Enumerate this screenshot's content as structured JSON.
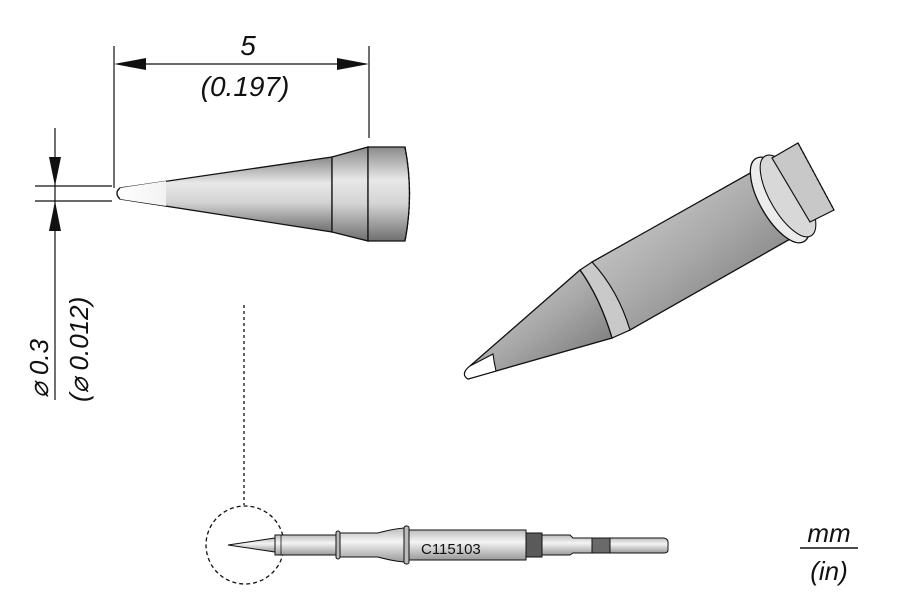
{
  "drawing": {
    "part_number": "C115103",
    "length_dimension": {
      "mm": "5",
      "inch": "(0.197)"
    },
    "tip_diameter_dimension": {
      "mm": "⌀ 0.3",
      "inch": "(⌀ 0.012)",
      "mm_value": "0.3",
      "inch_value": "(   0.012)"
    },
    "units_legend": {
      "top": "mm",
      "bottom": "(in)"
    },
    "colors": {
      "line": "#111111",
      "body_light": "#e6e6e6",
      "body_mid": "#b5b5b5",
      "body_dark": "#7a7a7a",
      "band_dark": "#5a5a5a",
      "tip_white": "#ffffff"
    }
  }
}
